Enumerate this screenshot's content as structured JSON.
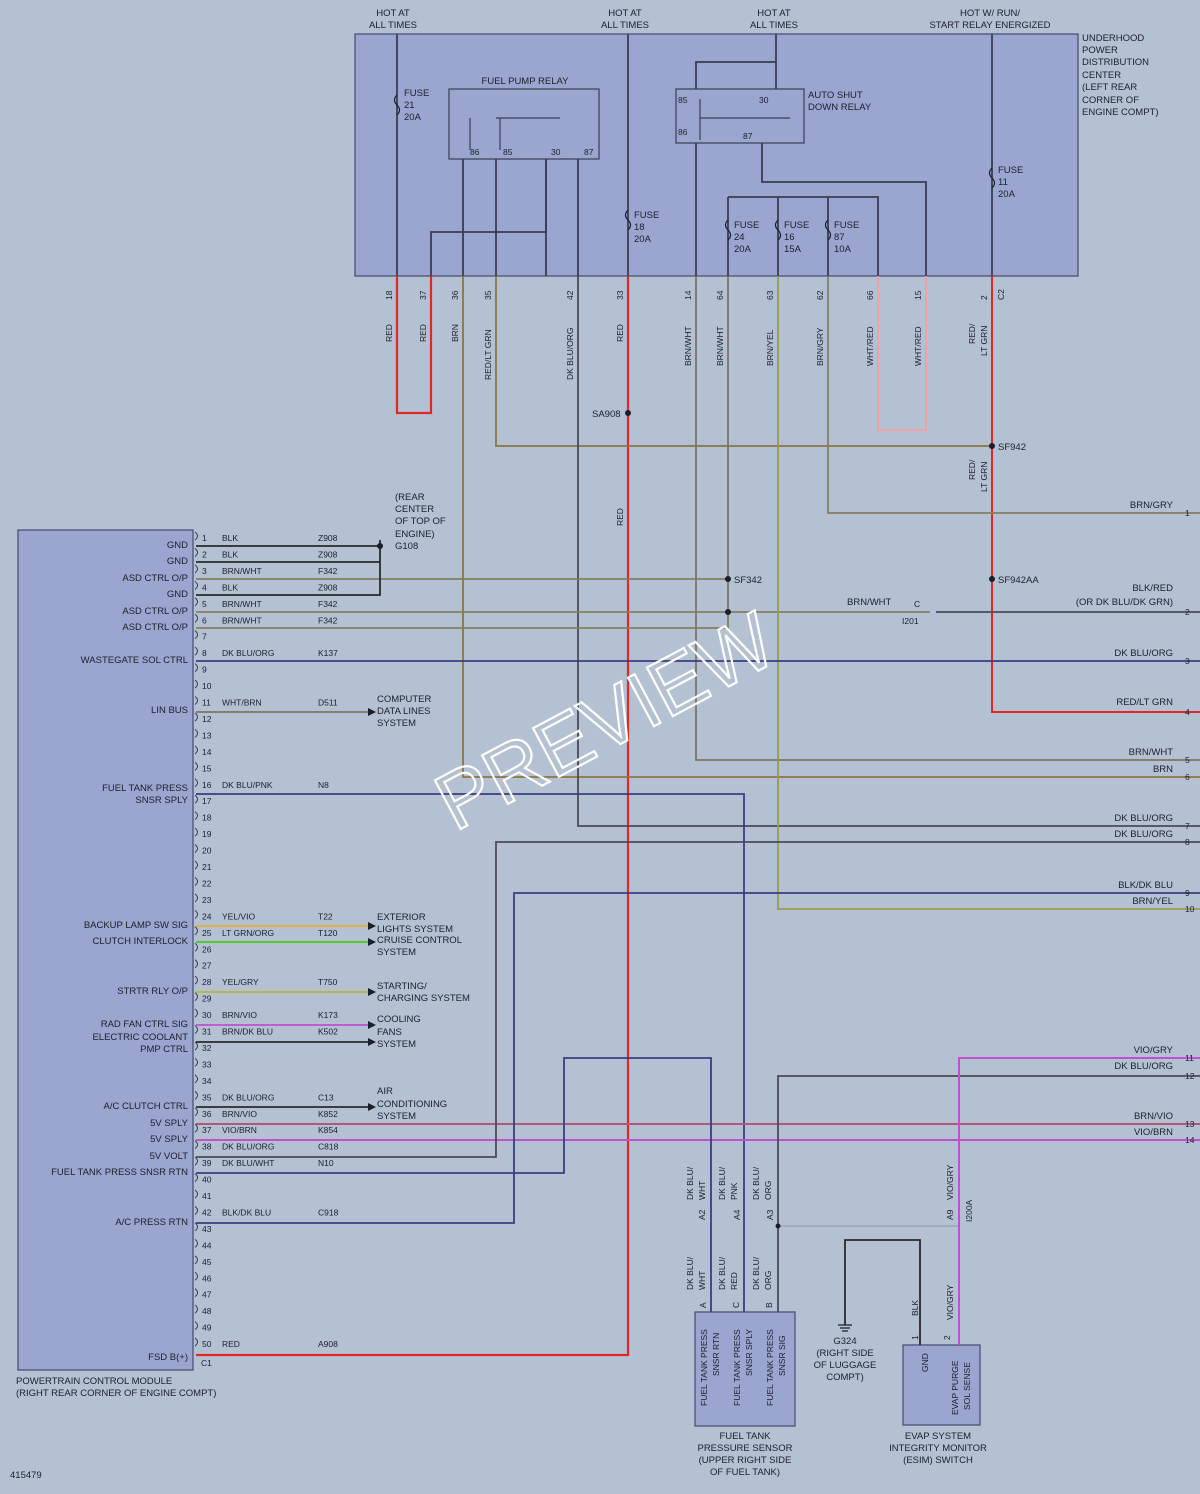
{
  "diagram_id": "415479",
  "watermark": "PREVIEW",
  "colors": {
    "background": "#b4c1d3",
    "box": "#9aa6cf",
    "box_stroke": "#4b5274",
    "wire": "#3a3d52",
    "red": "#e02828",
    "brown": "#8a7446",
    "brn_wht": "#7b7468",
    "brn_gry": "#857e62",
    "brn_yel": "#9a9a50",
    "dk_blu": "#3b3c82",
    "dk_blu_org": "#4d4a56",
    "wht_red": "#eda3a6",
    "vio": "#c050d0",
    "blk": "#2a2a2a",
    "yel_vio": "#d9b24a",
    "lt_grn": "#54c82f",
    "yel_gry": "#b8b848"
  },
  "headers": [
    {
      "l1": "HOT AT",
      "l2": "ALL TIMES"
    },
    {
      "l1": "HOT AT",
      "l2": "ALL TIMES"
    },
    {
      "l1": "HOT AT",
      "l2": "ALL TIMES"
    },
    {
      "l1": "HOT W/ RUN/",
      "l2": "START RELAY ENERGIZED"
    }
  ],
  "pdc": {
    "lines": [
      "UNDERHOOD",
      "POWER",
      "DISTRIBUTION",
      "CENTER",
      "(LEFT REAR",
      "CORNER OF",
      "ENGINE COMPT)"
    ]
  },
  "fuses": [
    {
      "name": "FUSE",
      "num": "21",
      "amp": "20A"
    },
    {
      "name": "FUSE",
      "num": "18",
      "amp": "20A"
    },
    {
      "name": "FUSE",
      "num": "24",
      "amp": "20A"
    },
    {
      "name": "FUSE",
      "num": "16",
      "amp": "15A"
    },
    {
      "name": "FUSE",
      "num": "87",
      "amp": "10A"
    },
    {
      "name": "FUSE",
      "num": "11",
      "amp": "20A"
    }
  ],
  "relays": {
    "fuel_pump": {
      "title": "FUEL PUMP RELAY",
      "pins": [
        "86",
        "85",
        "30",
        "87"
      ]
    },
    "asd": {
      "title_l1": "AUTO SHUT",
      "title_l2": "DOWN RELAY",
      "pins": [
        "85",
        "30",
        "86",
        "87"
      ]
    }
  },
  "pdc_pins": [
    "18",
    "37",
    "36",
    "35",
    "42",
    "33",
    "14",
    "64",
    "63",
    "62",
    "66",
    "15",
    "2"
  ],
  "pdc_connector": "C2",
  "wire_colors_top": [
    "RED",
    "RED",
    "BRN",
    "RED/LT GRN",
    "DK BLU/ORG",
    "RED",
    "BRN/WHT",
    "BRN/WHT",
    "BRN/YEL",
    "BRN/GRY",
    "WHT/RED",
    "WHT/RED"
  ],
  "wire_color_top_split": [
    "RED/",
    "LT GRN"
  ],
  "wire_color_mid_split": [
    "RED/",
    "LT GRN"
  ],
  "wire_color_red_mid": "RED",
  "splices": [
    "SA908",
    "SF942",
    "SF342",
    "SF942AA"
  ],
  "ground_g108": [
    "(REAR",
    "CENTER",
    "OF TOP OF",
    "ENGINE)",
    "G108"
  ],
  "connector_c": "C",
  "inline_i201": "I201",
  "pcm": {
    "labels": [
      {
        "text": "GND"
      },
      {
        "text": "GND"
      },
      {
        "text": "ASD CTRL O/P"
      },
      {
        "text": "GND"
      },
      {
        "text": "ASD CTRL O/P"
      },
      {
        "text": "ASD CTRL O/P"
      },
      {
        "text": "WASTEGATE SOL CTRL"
      },
      {
        "text": "LIN BUS"
      },
      {
        "text": "FUEL TANK PRESS"
      },
      {
        "text": "SNSR SPLY"
      },
      {
        "text": "BACKUP LAMP SW SIG"
      },
      {
        "text": "CLUTCH INTERLOCK"
      },
      {
        "text": "STRTR RLY O/P"
      },
      {
        "text": "RAD FAN CTRL SIG"
      },
      {
        "text": "ELECTRIC COOLANT"
      },
      {
        "text": "PMP CTRL"
      },
      {
        "text": "A/C CLUTCH CTRL"
      },
      {
        "text": "5V SPLY"
      },
      {
        "text": "5V SPLY"
      },
      {
        "text": "5V VOLT"
      },
      {
        "text": "FUEL TANK PRESS SNSR RTN"
      },
      {
        "text": "A/C PRESS RTN"
      },
      {
        "text": "FSD B(+)"
      }
    ],
    "name_l1": "POWERTRAIN CONTROL MODULE",
    "name_l2": "(RIGHT REAR CORNER OF ENGINE COMPT)",
    "connector": "C1"
  },
  "pcm_pins": [
    {
      "n": "1",
      "color": "BLK",
      "circuit": "Z908"
    },
    {
      "n": "2",
      "color": "BLK",
      "circuit": "Z908"
    },
    {
      "n": "3",
      "color": "BRN/WHT",
      "circuit": "F342"
    },
    {
      "n": "4",
      "color": "BLK",
      "circuit": "Z908"
    },
    {
      "n": "5",
      "color": "BRN/WHT",
      "circuit": "F342"
    },
    {
      "n": "6",
      "color": "BRN/WHT",
      "circuit": "F342"
    },
    {
      "n": "7",
      "color": "",
      "circuit": ""
    },
    {
      "n": "8",
      "color": "DK BLU/ORG",
      "circuit": "K137"
    },
    {
      "n": "9",
      "color": "",
      "circuit": ""
    },
    {
      "n": "10",
      "color": "",
      "circuit": ""
    },
    {
      "n": "11",
      "color": "WHT/BRN",
      "circuit": "D511"
    },
    {
      "n": "12",
      "color": "",
      "circuit": ""
    },
    {
      "n": "13",
      "color": "",
      "circuit": ""
    },
    {
      "n": "14",
      "color": "",
      "circuit": ""
    },
    {
      "n": "15",
      "color": "",
      "circuit": ""
    },
    {
      "n": "16",
      "color": "DK BLU/PNK",
      "circuit": "N8"
    },
    {
      "n": "17",
      "color": "",
      "circuit": ""
    },
    {
      "n": "18",
      "color": "",
      "circuit": ""
    },
    {
      "n": "19",
      "color": "",
      "circuit": ""
    },
    {
      "n": "20",
      "color": "",
      "circuit": ""
    },
    {
      "n": "21",
      "color": "",
      "circuit": ""
    },
    {
      "n": "22",
      "color": "",
      "circuit": ""
    },
    {
      "n": "23",
      "color": "",
      "circuit": ""
    },
    {
      "n": "24",
      "color": "YEL/VIO",
      "circuit": "T22"
    },
    {
      "n": "25",
      "color": "LT GRN/ORG",
      "circuit": "T120"
    },
    {
      "n": "26",
      "color": "",
      "circuit": ""
    },
    {
      "n": "27",
      "color": "",
      "circuit": ""
    },
    {
      "n": "28",
      "color": "YEL/GRY",
      "circuit": "T750"
    },
    {
      "n": "29",
      "color": "",
      "circuit": ""
    },
    {
      "n": "30",
      "color": "BRN/VIO",
      "circuit": "K173"
    },
    {
      "n": "31",
      "color": "BRN/DK BLU",
      "circuit": "K502"
    },
    {
      "n": "32",
      "color": "",
      "circuit": ""
    },
    {
      "n": "33",
      "color": "",
      "circuit": ""
    },
    {
      "n": "34",
      "color": "",
      "circuit": ""
    },
    {
      "n": "35",
      "color": "DK BLU/ORG",
      "circuit": "C13"
    },
    {
      "n": "36",
      "color": "BRN/VIO",
      "circuit": "K852"
    },
    {
      "n": "37",
      "color": "VIO/BRN",
      "circuit": "K854"
    },
    {
      "n": "38",
      "color": "DK BLU/ORG",
      "circuit": "C818"
    },
    {
      "n": "39",
      "color": "DK BLU/WHT",
      "circuit": "N10"
    },
    {
      "n": "40",
      "color": "",
      "circuit": ""
    },
    {
      "n": "41",
      "color": "",
      "circuit": ""
    },
    {
      "n": "42",
      "color": "BLK/DK BLU",
      "circuit": "C918"
    },
    {
      "n": "43",
      "color": "",
      "circuit": ""
    },
    {
      "n": "44",
      "color": "",
      "circuit": ""
    },
    {
      "n": "45",
      "color": "",
      "circuit": ""
    },
    {
      "n": "46",
      "color": "",
      "circuit": ""
    },
    {
      "n": "47",
      "color": "",
      "circuit": ""
    },
    {
      "n": "48",
      "color": "",
      "circuit": ""
    },
    {
      "n": "49",
      "color": "",
      "circuit": ""
    },
    {
      "n": "50",
      "color": "RED",
      "circuit": "A908"
    }
  ],
  "destinations": [
    {
      "lines": [
        "COMPUTER",
        "DATA LINES",
        "SYSTEM"
      ]
    },
    {
      "lines": [
        "EXTERIOR",
        "LIGHTS SYSTEM"
      ]
    },
    {
      "lines": [
        "CRUISE CONTROL",
        "SYSTEM"
      ]
    },
    {
      "lines": [
        "STARTING/",
        "CHARGING SYSTEM"
      ]
    },
    {
      "lines": [
        "COOLING",
        "FANS",
        "SYSTEM"
      ]
    },
    {
      "lines": [
        "AIR",
        "CONDITIONING",
        "SYSTEM"
      ]
    }
  ],
  "right_connector": {
    "pins": [
      "1",
      "2",
      "3",
      "4",
      "5",
      "6",
      "7",
      "8",
      "9",
      "10",
      "11",
      "12",
      "13",
      "14"
    ],
    "colors": [
      "BRN/GRY",
      "BLK/RED",
      "DK BLU/ORG",
      "RED/LT GRN",
      "BRN/WHT",
      "BRN",
      "DK BLU/ORG",
      "DK BLU/ORG",
      "BLK/DK BLU",
      "BRN/YEL",
      "VIO/GRY",
      "DK BLU/ORG",
      "BRN/VIO",
      "VIO/BRN"
    ],
    "extra": "(OR DK BLU/DK GRN)",
    "brn_wht_label": "BRN/WHT"
  },
  "sensor_pins_top": [
    "A2",
    "A4",
    "A3",
    "A9"
  ],
  "sensor_colors_top": [
    [
      "DK BLU/",
      "WHT"
    ],
    [
      "DK BLU/",
      "PNK"
    ],
    [
      "DK BLU/",
      "ORG"
    ],
    [
      "VIO/GRY"
    ]
  ],
  "sensor_colors_bot": [
    [
      "DK BLU/",
      "WHT"
    ],
    [
      "DK BLU/",
      "RED"
    ],
    [
      "DK BLU/",
      "ORG"
    ],
    [
      "BLK"
    ],
    [
      "VIO/GRY"
    ]
  ],
  "i200a": "I200A",
  "sensor_pins_bot": [
    "A",
    "C",
    "B",
    "1",
    "2"
  ],
  "fuel_tank_sensor": {
    "pins": [
      "FUEL TANK PRESS",
      "SNSR RTN",
      "FUEL TANK PRESS",
      "SNSR SPLY",
      "FUEL TANK PRESS",
      "SNSR SIG"
    ],
    "name": [
      "FUEL TANK",
      "PRESSURE SENSOR",
      "(UPPER RIGHT SIDE",
      "OF FUEL TANK)"
    ]
  },
  "esim": {
    "pins": [
      "GND",
      "EVAP PURGE",
      "SOL SENSE"
    ],
    "name": [
      "EVAP SYSTEM",
      "INTEGRITY MONITOR",
      "(ESIM) SWITCH"
    ]
  },
  "ground_g324": [
    "G324",
    "(RIGHT SIDE",
    "OF LUGGAGE",
    "COMPT)"
  ]
}
